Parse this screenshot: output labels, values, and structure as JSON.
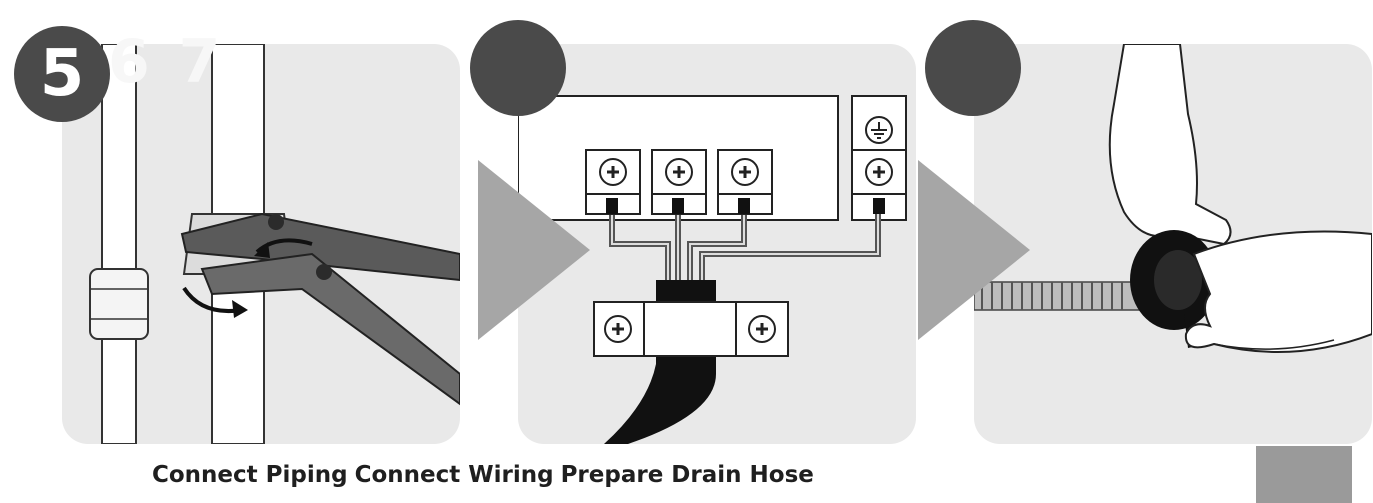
{
  "steps": [
    {
      "number": "5",
      "title": "Connect Piping"
    },
    {
      "number": "",
      "title": "Connect Wiring"
    },
    {
      "number": "",
      "title": "Prepare Drain Hose"
    }
  ],
  "overlay_text": "6 7",
  "colors": {
    "panel_bg": "#e9e9e9",
    "badge": "#4a4a4a",
    "arrow": "#a6a6a6",
    "ink": "#1a1a1a"
  },
  "icons": {
    "step1": "wrench-pipe-illustration",
    "step2": "terminal-block-illustration",
    "step3": "tape-hose-illustration",
    "ground": "ground-symbol-icon",
    "screw": "screw-icon"
  }
}
